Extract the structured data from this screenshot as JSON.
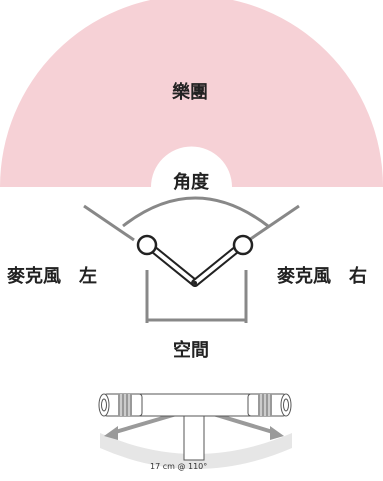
{
  "diagram": {
    "ensemble_label": "樂團",
    "angle_label": "角度",
    "mic_left_label": "麥克風　左",
    "mic_right_label": "麥克風　右",
    "spacing_label": "空間",
    "spec_label": "17 cm  @ 110°"
  },
  "colors": {
    "ensemble_fill": "#f6d1d6",
    "line": "#888888",
    "mic_outline": "#222222",
    "arrow": "#9a9a9a",
    "arc_fill": "#e6e6e6"
  }
}
